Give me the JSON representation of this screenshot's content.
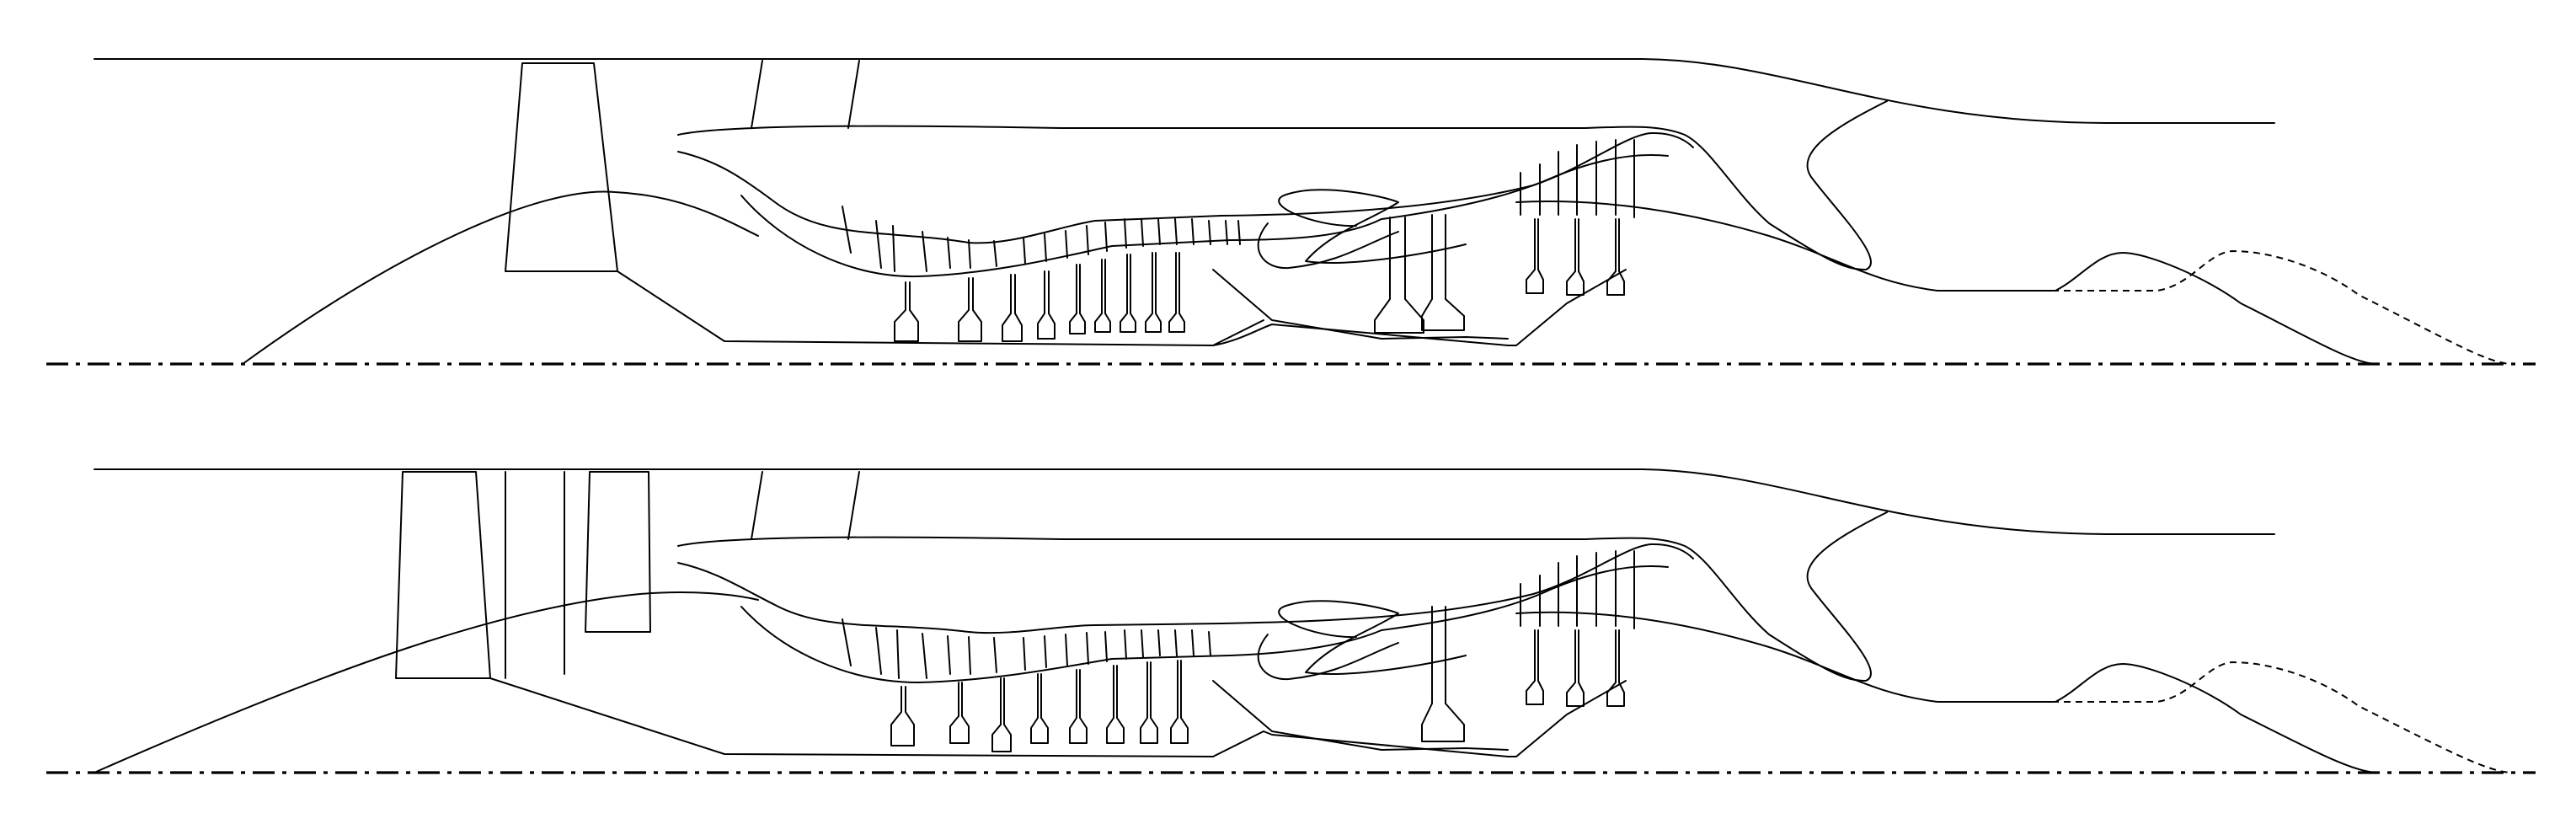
{
  "drawing": {
    "views": [
      {
        "id": "upper",
        "first_stage": "single"
      },
      {
        "id": "lower",
        "first_stage": "double"
      }
    ],
    "line_color": "#000000",
    "background_color": "#ffffff",
    "compressor_disk_count_upper": 9,
    "compressor_disk_count_lower": 8,
    "turbine_disk_count": 3
  }
}
